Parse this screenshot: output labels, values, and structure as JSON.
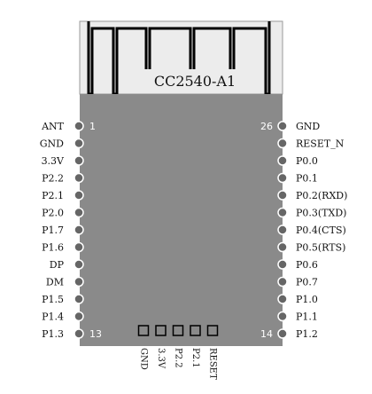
{
  "chip": {
    "name": "CC2540-A1",
    "colors": {
      "body": "#8a8a8a",
      "shield": "#ececec",
      "trace": "#000000",
      "pin": "#666666"
    }
  },
  "left_pins": [
    "ANT",
    "GND",
    "3.3V",
    "P2.2",
    "P2.1",
    "P2.0",
    "P1.7",
    "P1.6",
    "DP",
    "DM",
    "P1.5",
    "P1.4",
    "P1.3"
  ],
  "right_pins": [
    "GND",
    "RESET_N",
    "P0.0",
    "P0.1",
    "P0.2(RXD)",
    "P0.3(TXD)",
    "P0.4(CTS)",
    "P0.5(RTS)",
    "P0.6",
    "P0.7",
    "P1.0",
    "P1.1",
    "P1.2"
  ],
  "pin_numbers": {
    "top_left": "1",
    "top_right": "26",
    "bottom_left": "13",
    "bottom_right": "14"
  },
  "bottom_pins": [
    "GND",
    "3.3V",
    "P2.2",
    "P2.1",
    "RESET"
  ]
}
